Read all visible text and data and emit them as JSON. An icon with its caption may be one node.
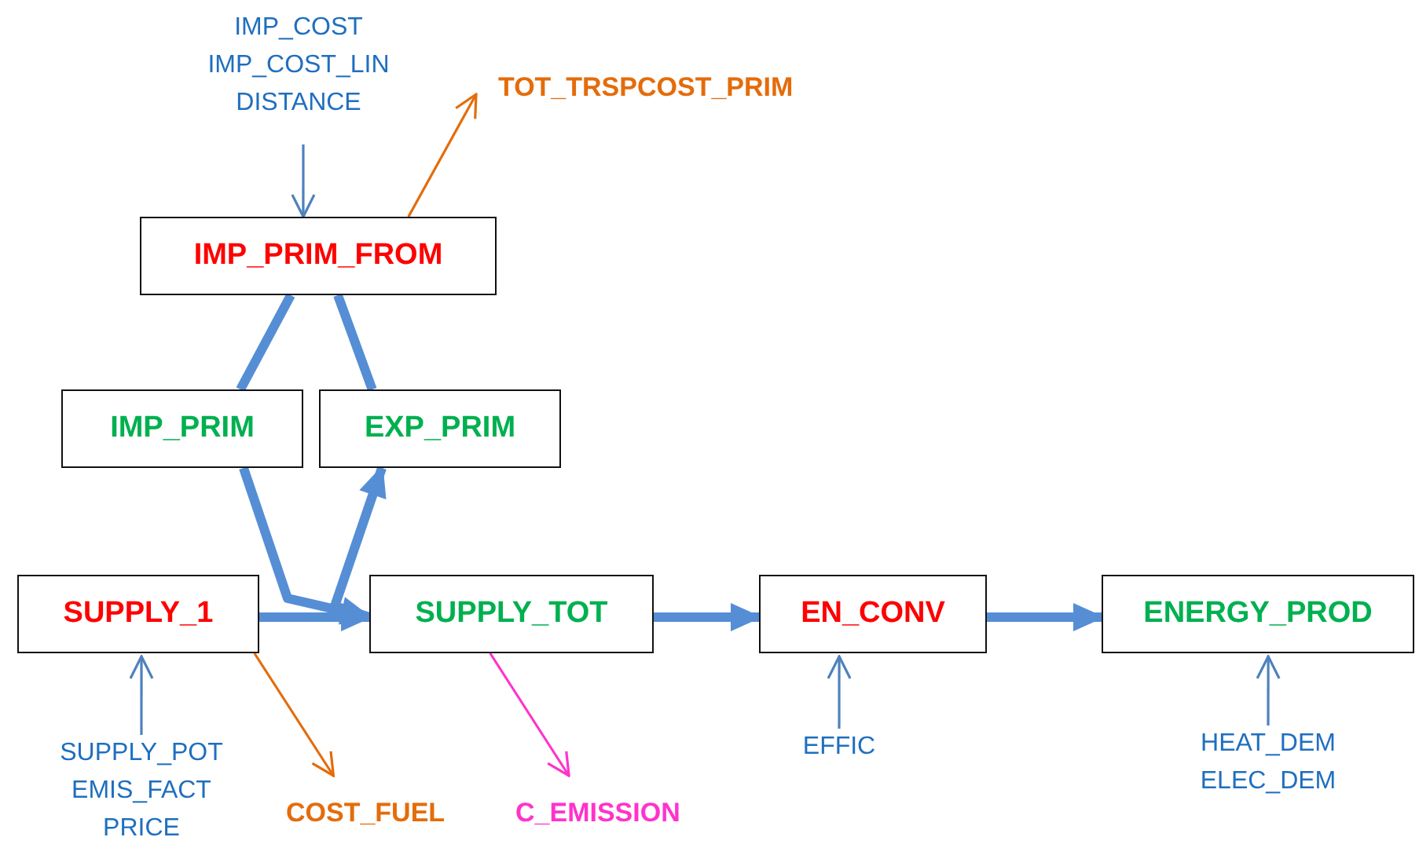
{
  "diagram": {
    "nodes": [
      {
        "text": [
          "IMP_COST",
          "IMP_COST_LIN",
          "DISTANCE"
        ]
      },
      {
        "text": [
          "TOT_TRSPCOST_PRIM"
        ]
      },
      {
        "text": [
          "IMP_PRIM_FROM"
        ]
      },
      {
        "text": [
          "IMP_PRIM"
        ]
      },
      {
        "text": [
          "EXP_PRIM"
        ]
      },
      {
        "text": [
          "SUPPLY_1"
        ]
      },
      {
        "text": [
          "SUPPLY_TOT"
        ]
      },
      {
        "text": [
          "EN_CONV"
        ]
      },
      {
        "text": [
          "ENERGY_PROD"
        ]
      },
      {
        "text": [
          "SUPPLY_POT",
          "EMIS_FACT",
          "PRICE"
        ]
      },
      {
        "text": [
          "COST_FUEL"
        ]
      },
      {
        "text": [
          "C_EMISSION"
        ]
      },
      {
        "text": [
          "EFFIC"
        ]
      },
      {
        "text": [
          "HEAT_DEM",
          "ELEC_DEM"
        ]
      }
    ],
    "edges": [
      {
        "from": 0,
        "to": 2,
        "arrow": "to"
      },
      {
        "from": 2,
        "to": 1,
        "arrow": "to",
        "color": "#e46c0a"
      },
      {
        "from": 2,
        "to": 3,
        "arrow": "none",
        "style": "thick"
      },
      {
        "from": 2,
        "to": 4,
        "arrow": "none",
        "style": "thick"
      },
      {
        "from": 3,
        "to": 6,
        "arrow": "to",
        "style": "thick"
      },
      {
        "from": 6,
        "to": 4,
        "arrow": "to",
        "style": "thick"
      },
      {
        "from": 5,
        "to": 6,
        "arrow": "to",
        "style": "thick"
      },
      {
        "from": 6,
        "to": 7,
        "arrow": "to",
        "style": "thick"
      },
      {
        "from": 7,
        "to": 8,
        "arrow": "to",
        "style": "thick"
      },
      {
        "from": 9,
        "to": 5,
        "arrow": "to"
      },
      {
        "from": 5,
        "to": 10,
        "arrow": "to",
        "color": "#e46c0a"
      },
      {
        "from": 6,
        "to": 11,
        "arrow": "to",
        "color": "#ff33cc"
      },
      {
        "from": 12,
        "to": 7,
        "arrow": "to"
      },
      {
        "from": 13,
        "to": 8,
        "arrow": "to"
      }
    ]
  }
}
